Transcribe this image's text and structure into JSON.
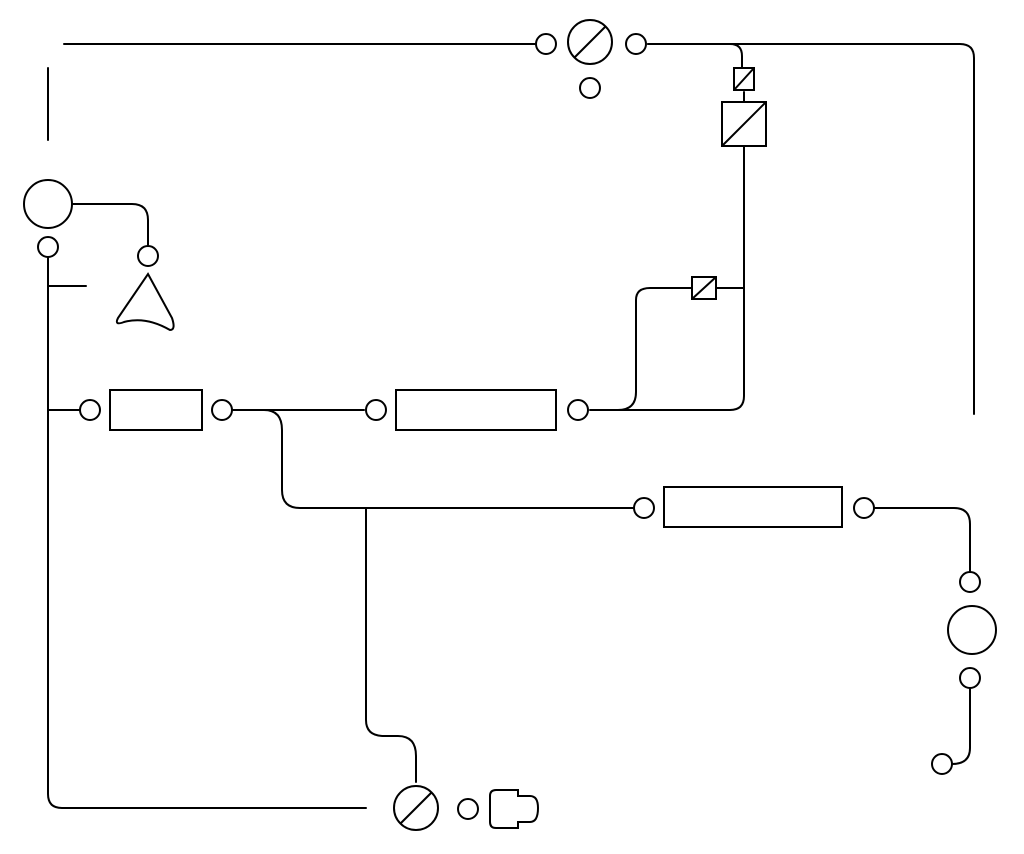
{
  "diagram": {
    "type": "schematic",
    "background": "#ffffff",
    "line_color": "#000000",
    "components": [
      {
        "id": "top-valve",
        "kind": "valve-circle-slash"
      },
      {
        "id": "top-left-port",
        "kind": "port"
      },
      {
        "id": "top-right-port",
        "kind": "port"
      },
      {
        "id": "top-bottom-port",
        "kind": "port"
      },
      {
        "id": "small-square-filter",
        "kind": "square-slash"
      },
      {
        "id": "large-square-filter",
        "kind": "square-slash"
      },
      {
        "id": "mid-square-filter",
        "kind": "square-slash"
      },
      {
        "id": "left-circle-unit",
        "kind": "circle"
      },
      {
        "id": "left-circle-port",
        "kind": "port"
      },
      {
        "id": "nozzle-port",
        "kind": "port"
      },
      {
        "id": "nozzle",
        "kind": "nozzle"
      },
      {
        "id": "rect-1",
        "kind": "rectangle"
      },
      {
        "id": "rect-2",
        "kind": "rectangle"
      },
      {
        "id": "rect-3",
        "kind": "rectangle"
      },
      {
        "id": "right-circle-unit",
        "kind": "circle"
      },
      {
        "id": "bottom-valve",
        "kind": "valve-circle-slash"
      },
      {
        "id": "end-cap",
        "kind": "cap"
      }
    ]
  }
}
